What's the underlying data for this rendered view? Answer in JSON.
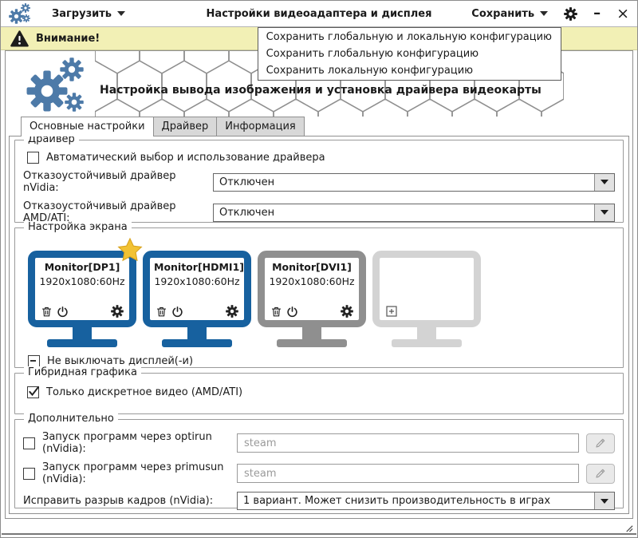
{
  "colors": {
    "monitor_active_blue": "#17619f",
    "monitor_disabled_gray": "#8f8f8f",
    "monitor_empty_gray": "#d3d3d3",
    "logo_blue": "#4d7aa8",
    "warning_banner_bg": "#f2f0b5",
    "primary_star_gold": "#f2c233"
  },
  "titlebar": {
    "load_label": "Загрузить",
    "title": "Настройки видеоадаптера и дисплея",
    "save_label": "Сохранить",
    "minimize_glyph": "–",
    "close_glyph": "×"
  },
  "warning_banner": {
    "label": "Внимание!"
  },
  "save_menu": {
    "items": [
      {
        "label": "Сохранить глобальную и локальную конфигурацию"
      },
      {
        "label": "Сохранить глобальную конфигурацию"
      },
      {
        "label": "Сохранить локальную конфигурацию"
      }
    ]
  },
  "header": {
    "title": "Настройка вывода изображения и установка драйвера видеокарты"
  },
  "tabs": [
    {
      "label": "Основные настройки",
      "active": true
    },
    {
      "label": "Драйвер",
      "active": false
    },
    {
      "label": "Информация",
      "active": false
    }
  ],
  "driver_group": {
    "title": "Драйвер",
    "auto_select_label": "Автоматический выбор и использование драйвера",
    "auto_select_checked": false,
    "nvidia_failsafe_label": "Отказоустойчивый драйвер nVidia:",
    "nvidia_failsafe_value": "Отключен",
    "amd_failsafe_label": "Отказоустойчивый драйвер AMD/ATI:",
    "amd_failsafe_value": "Отключен"
  },
  "screen_group": {
    "title": "Настройка экрана",
    "monitors": [
      {
        "name": "Monitor[DP1]",
        "mode": "1920x1080:60Hz",
        "primary": true,
        "state": "active"
      },
      {
        "name": "Monitor[HDMI1]",
        "mode": "1920x1080:60Hz",
        "primary": false,
        "state": "active"
      },
      {
        "name": "Monitor[DVI1]",
        "mode": "1920x1080:60Hz",
        "primary": false,
        "state": "disabled"
      },
      {
        "name": "",
        "mode": "",
        "primary": false,
        "state": "empty"
      }
    ],
    "keep_on_label": "Не выключать дисплей(-и)",
    "keep_on_state": "indeterminate"
  },
  "hybrid_group": {
    "title": "Гибридная графика",
    "discrete_only_label": "Только дискретное видео (AMD/ATI)",
    "discrete_only_checked": true
  },
  "extra_group": {
    "title": "Дополнительно",
    "optirun_label": "Запуск программ через optirun (nVidia):",
    "optirun_placeholder": "steam",
    "optirun_checked": false,
    "primusun_label": "Запуск программ через primusun (nVidia):",
    "primusun_placeholder": "steam",
    "primusun_checked": false,
    "tearfix_label": "Исправить разрыв кадров (nVidia):",
    "tearfix_value": "1 вариант. Может снизить производительность в играх"
  }
}
